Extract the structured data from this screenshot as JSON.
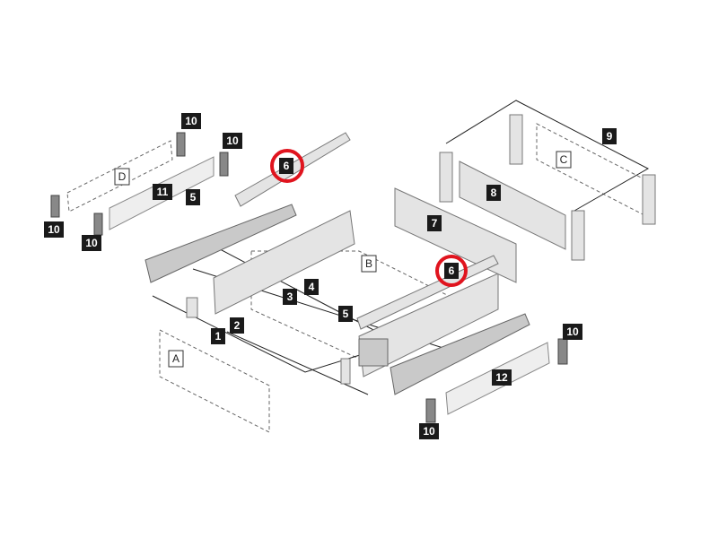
{
  "diagram": {
    "title": "Drawer system exploded view",
    "highlight_color": "#e0141e",
    "callouts": {
      "n1": "1",
      "n2": "2",
      "n3": "3",
      "n4": "4",
      "n5a": "5",
      "n5b": "5",
      "n6a": "6",
      "n6b": "6",
      "n7": "7",
      "n8": "8",
      "n9": "9",
      "n10a": "10",
      "n10b": "10",
      "n10c": "10",
      "n10d": "10",
      "n10e": "10",
      "n10f": "10",
      "n11": "11",
      "n12": "12",
      "A": "A",
      "B": "B",
      "C": "C",
      "D": "D"
    }
  }
}
